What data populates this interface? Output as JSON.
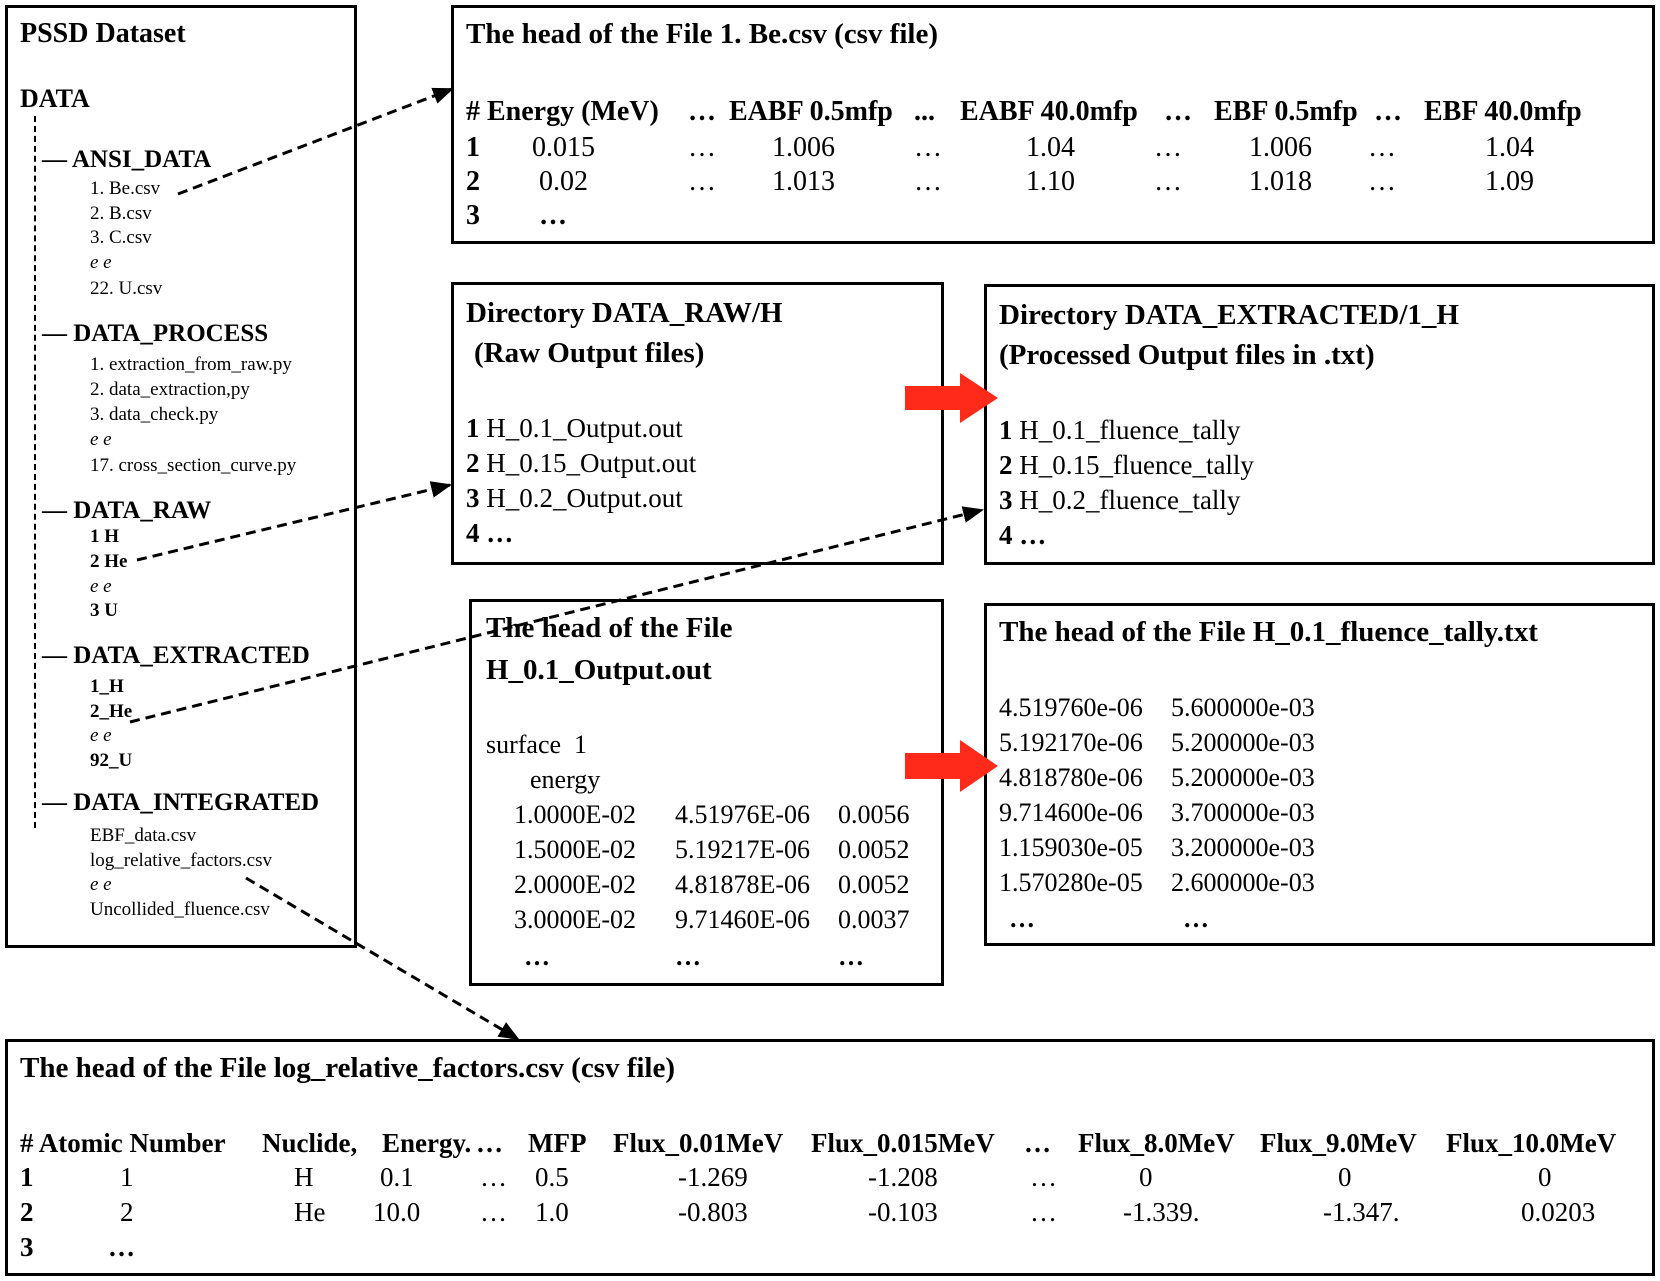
{
  "tree": {
    "title": "PSSD Dataset",
    "root": "DATA",
    "groups": [
      {
        "name": "ANSI_DATA",
        "items": [
          "1. Be.csv",
          "2. B.csv",
          "3. C.csv",
          "e e",
          "22. U.csv"
        ]
      },
      {
        "name": "DATA_PROCESS",
        "items": [
          "1. extraction_from_raw.py",
          "2. data_extraction,py",
          "3. data_check.py",
          "e e",
          "17. cross_section_curve.py"
        ]
      },
      {
        "name": "DATA_RAW",
        "items": [
          "1 H",
          "2 He",
          "e e",
          "3 U"
        ]
      },
      {
        "name": "DATA_EXTRACTED",
        "items": [
          "1_H",
          "2_He",
          "e e",
          "92_U"
        ]
      },
      {
        "name": "DATA_INTEGRATED",
        "items": [
          "EBF_data.csv",
          "log_relative_factors.csv",
          "e e",
          "Uncollided_fluence.csv"
        ]
      }
    ]
  },
  "be_csv": {
    "title": "The head of the File 1. Be.csv (csv file)",
    "headers": [
      "# Energy (MeV)",
      "…",
      "EABF 0.5mfp",
      "...",
      "EABF 40.0mfp",
      "…",
      "EBF 0.5mfp",
      "…",
      "EBF 40.0mfp"
    ],
    "rows": [
      [
        "1",
        "0.015",
        "…",
        "1.006",
        "…",
        "1.04",
        "…",
        "1.006",
        "…",
        "1.04"
      ],
      [
        "2",
        "0.02",
        "…",
        "1.013",
        "…",
        "1.10",
        "…",
        "1.018",
        "…",
        "1.09"
      ],
      [
        "3",
        "…"
      ]
    ]
  },
  "raw_dir": {
    "title_line1": "Directory DATA_RAW/H",
    "title_line2": "(Raw Output files)",
    "items": [
      {
        "n": "1",
        "name": "H_0.1_Output.out"
      },
      {
        "n": "2",
        "name": "H_0.15_Output.out"
      },
      {
        "n": "3",
        "name": "H_0.2_Output.out"
      },
      {
        "n": "4",
        "name": "…"
      }
    ]
  },
  "extracted_dir": {
    "title_line1": "Directory DATA_EXTRACTED/1_H",
    "title_line2": "(Processed Output files in .txt)",
    "items": [
      {
        "n": "1",
        "name": "H_0.1_fluence_tally"
      },
      {
        "n": "2",
        "name": "H_0.15_fluence_tally"
      },
      {
        "n": "3",
        "name": "H_0.2_fluence_tally"
      },
      {
        "n": "4",
        "name": "…"
      }
    ]
  },
  "output_out": {
    "title_line1": "The head of the File",
    "title_line2": "H_0.1_Output.out",
    "line_surface": "surface  1",
    "line_energy": "energy",
    "rows": [
      [
        "1.0000E-02",
        "4.51976E-06",
        "0.0056"
      ],
      [
        "1.5000E-02",
        "5.19217E-06",
        "0.0052"
      ],
      [
        "2.0000E-02",
        "4.81878E-06",
        "0.0052"
      ],
      [
        "3.0000E-02",
        "9.71460E-06",
        "0.0037"
      ],
      [
        "…",
        "…",
        "…"
      ]
    ]
  },
  "fluence_txt": {
    "title": "The head of the File H_0.1_fluence_tally.txt",
    "rows": [
      [
        "4.519760e-06",
        "5.600000e-03"
      ],
      [
        "5.192170e-06",
        "5.200000e-03"
      ],
      [
        "4.818780e-06",
        "5.200000e-03"
      ],
      [
        "9.714600e-06",
        "3.700000e-03"
      ],
      [
        "1.159030e-05",
        "3.200000e-03"
      ],
      [
        "1.570280e-05",
        "2.600000e-03"
      ],
      [
        "…",
        "…"
      ]
    ]
  },
  "log_csv": {
    "title": "The head of the File log_relative_factors.csv (csv file)",
    "headers": [
      "# Atomic Number",
      "Nuclide,",
      "Energy.",
      "…",
      "MFP",
      "Flux_0.01MeV",
      "Flux_0.015MeV",
      "…",
      "Flux_8.0MeV",
      "Flux_9.0MeV",
      "Flux_10.0MeV"
    ],
    "rows": [
      [
        "1",
        "1",
        "H",
        "0.1",
        "…",
        "0.5",
        "-1.269",
        "-1.208",
        "…",
        "0",
        "0",
        "0"
      ],
      [
        "2",
        "2",
        "He",
        "10.0",
        "…",
        "1.0",
        "-0.803",
        "-0.103",
        "…",
        "-1.339.",
        "-1.347.",
        "0.0203"
      ],
      [
        "3",
        "…"
      ]
    ]
  },
  "colors": {
    "line": "#000000",
    "arrow_red": "#ff2a1a"
  }
}
